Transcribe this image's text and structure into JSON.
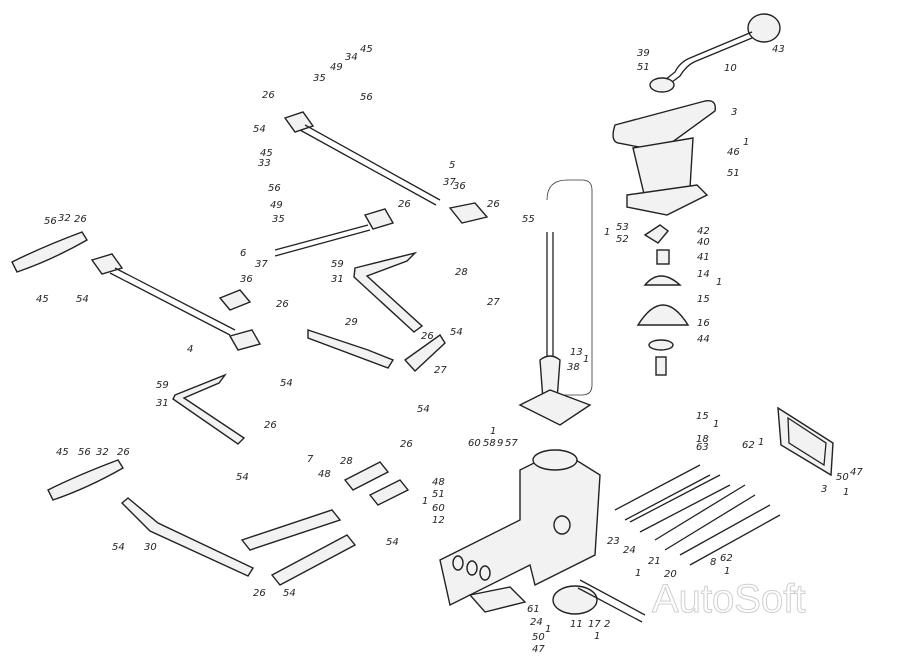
{
  "diagram": {
    "type": "exploded-parts-view",
    "watermark": "AutoSoft",
    "labels": [
      "45",
      "34",
      "49",
      "35",
      "26",
      "56",
      "54",
      "45",
      "33",
      "56",
      "49",
      "35",
      "26",
      "5",
      "37",
      "36",
      "26",
      "56",
      "32",
      "26",
      "45",
      "54",
      "6",
      "37",
      "36",
      "4",
      "59",
      "31",
      "28",
      "27",
      "54",
      "26",
      "29",
      "26",
      "27",
      "54",
      "54",
      "59",
      "31",
      "26",
      "54",
      "45",
      "56",
      "32",
      "26",
      "54",
      "30",
      "7",
      "48",
      "28",
      "26",
      "54",
      "26",
      "54",
      "39",
      "51",
      "43",
      "10",
      "3",
      "1",
      "46",
      "51",
      "55",
      "53",
      "52",
      "1",
      "42",
      "40",
      "41",
      "14",
      "15",
      "16",
      "44",
      "1",
      "13",
      "38",
      "1",
      "1",
      "60",
      "58",
      "9",
      "57",
      "48",
      "51",
      "60",
      "12",
      "1",
      "15",
      "18",
      "63",
      "1",
      "62",
      "1",
      "23",
      "24",
      "21",
      "20",
      "8",
      "62",
      "1",
      "1",
      "61",
      "24",
      "50",
      "47",
      "1",
      "11",
      "17",
      "2",
      "1",
      "50",
      "47",
      "3",
      "1"
    ]
  }
}
